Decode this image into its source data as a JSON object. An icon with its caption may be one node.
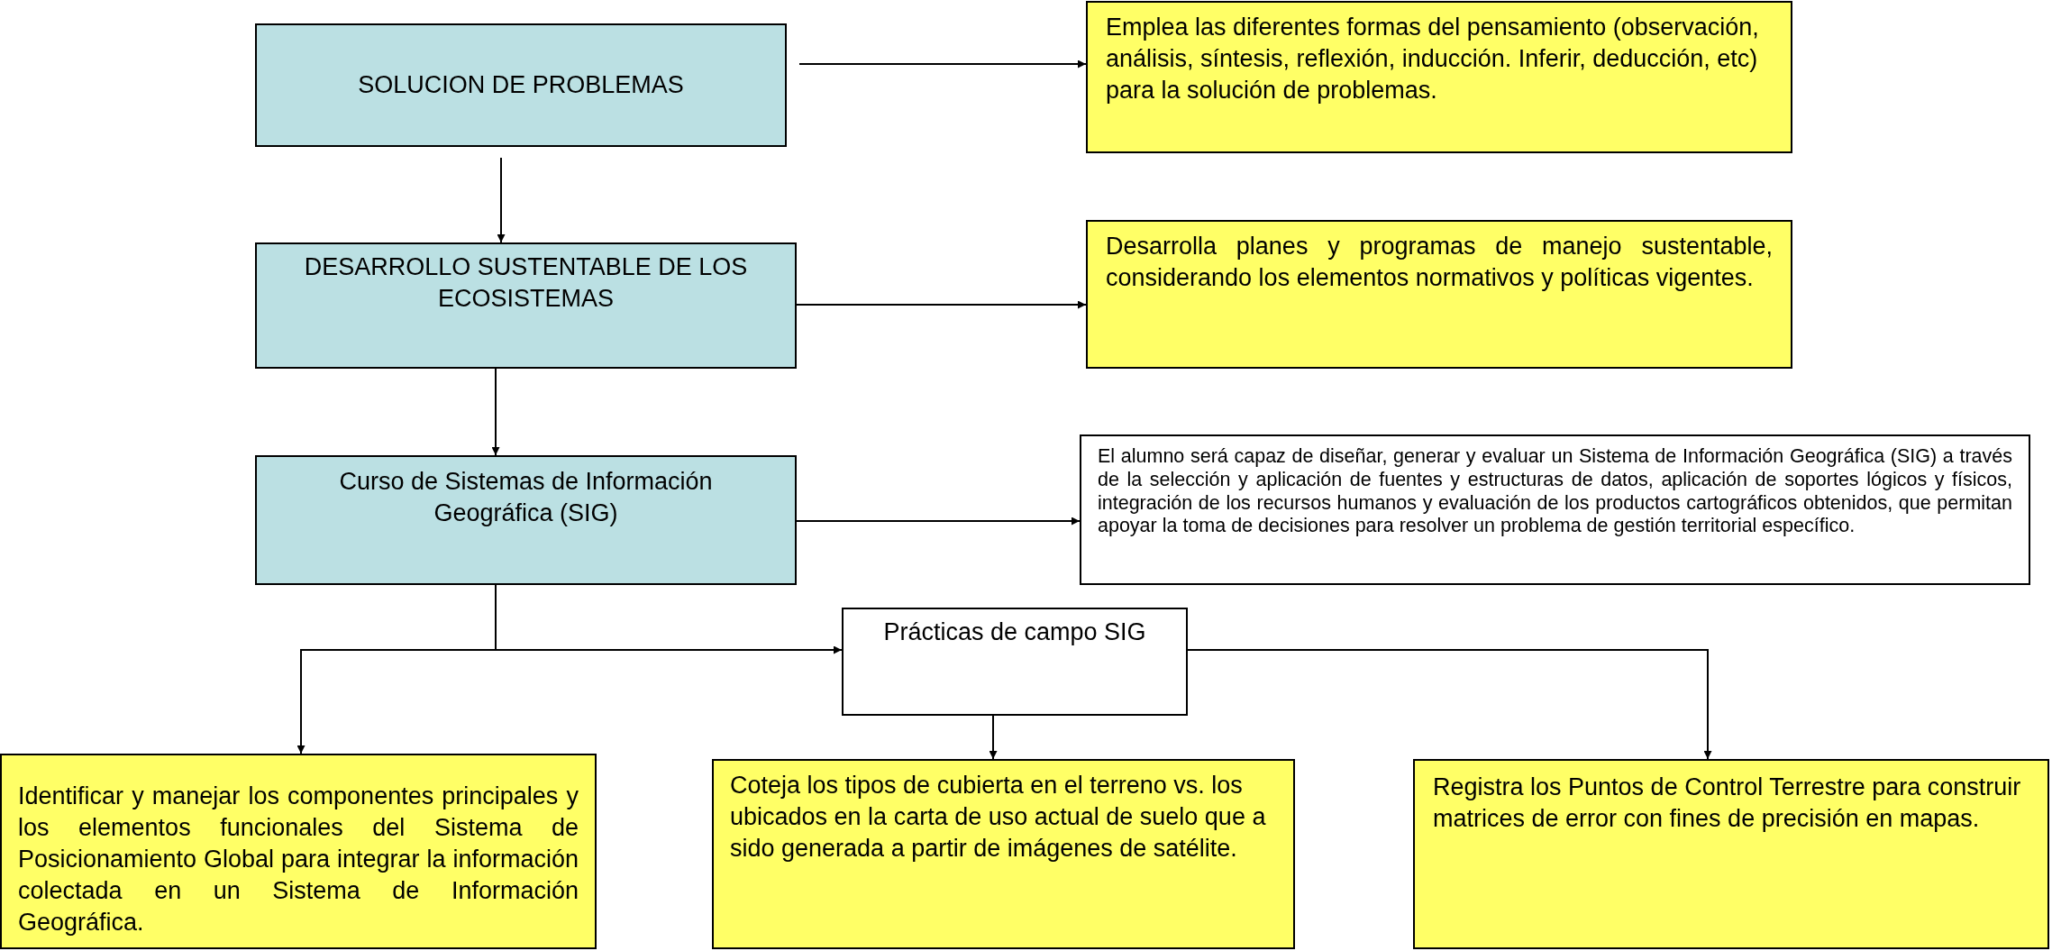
{
  "diagram": {
    "nodes": [
      {
        "text": [
          "SOLUCION DE PROBLEMAS"
        ]
      },
      {
        "text": [
          "Emplea las diferentes formas del pensamiento (observación, análisis, síntesis, reflexión, inducción. Inferir, deducción, etc) para la solución de problemas."
        ]
      },
      {
        "text": [
          "DESARROLLO SUSTENTABLE DE LOS ECOSISTEMAS"
        ]
      },
      {
        "text": [
          "Desarrolla planes y programas de manejo sustentable, considerando los elementos normativos y políticas vigentes."
        ]
      },
      {
        "text": [
          "Curso de Sistemas de Información Geográfica (SIG)"
        ]
      },
      {
        "text": [
          "El alumno será capaz de diseñar, generar y evaluar un Sistema de Información Geográfica (SIG) a través de la selección y aplicación de fuentes y estructuras de datos, aplicación de soportes lógicos y físicos, integración de los recursos humanos y evaluación de los productos cartográficos obtenidos, que permitan apoyar la toma de decisiones para resolver un problema de gestión territorial específico."
        ]
      },
      {
        "text": [
          "Prácticas de campo SIG"
        ]
      },
      {
        "text": [
          "Identificar y manejar los componentes principales y los elementos funcionales del Sistema de Posicionamiento Global para integrar la información colectada en un Sistema de Información Geográfica."
        ]
      },
      {
        "text": [
          "Coteja los tipos de cubierta en el terreno vs. los ubicados en la carta de uso actual de suelo que a sido generada a partir de imágenes de satélite."
        ]
      },
      {
        "text": [
          "Registra los Puntos de Control Terrestre para construir matrices de error con fines de precisión en mapas."
        ]
      }
    ],
    "edges": [
      {
        "from": 0,
        "to": 1,
        "arrow": "to"
      },
      {
        "from": 0,
        "to": 2,
        "arrow": "to"
      },
      {
        "from": 2,
        "to": 3,
        "arrow": "to"
      },
      {
        "from": 2,
        "to": 4,
        "arrow": "to"
      },
      {
        "from": 4,
        "to": 5,
        "arrow": "to"
      },
      {
        "from": 4,
        "to": 6,
        "arrow": "to"
      },
      {
        "from": 6,
        "to": 7,
        "arrow": "to"
      },
      {
        "from": 6,
        "to": 8,
        "arrow": "to"
      },
      {
        "from": 6,
        "to": 9,
        "arrow": "to"
      }
    ]
  }
}
